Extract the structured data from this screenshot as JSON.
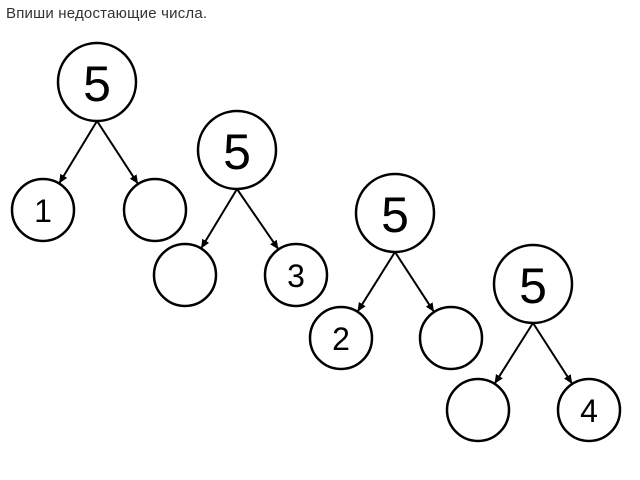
{
  "instruction": "Впиши недостающие числа.",
  "trees": [
    {
      "top": "5",
      "left": "1",
      "right": ""
    },
    {
      "top": "5",
      "left": "",
      "right": "3"
    },
    {
      "top": "5",
      "left": "2",
      "right": ""
    },
    {
      "top": "5",
      "left": "",
      "right": "4"
    }
  ]
}
